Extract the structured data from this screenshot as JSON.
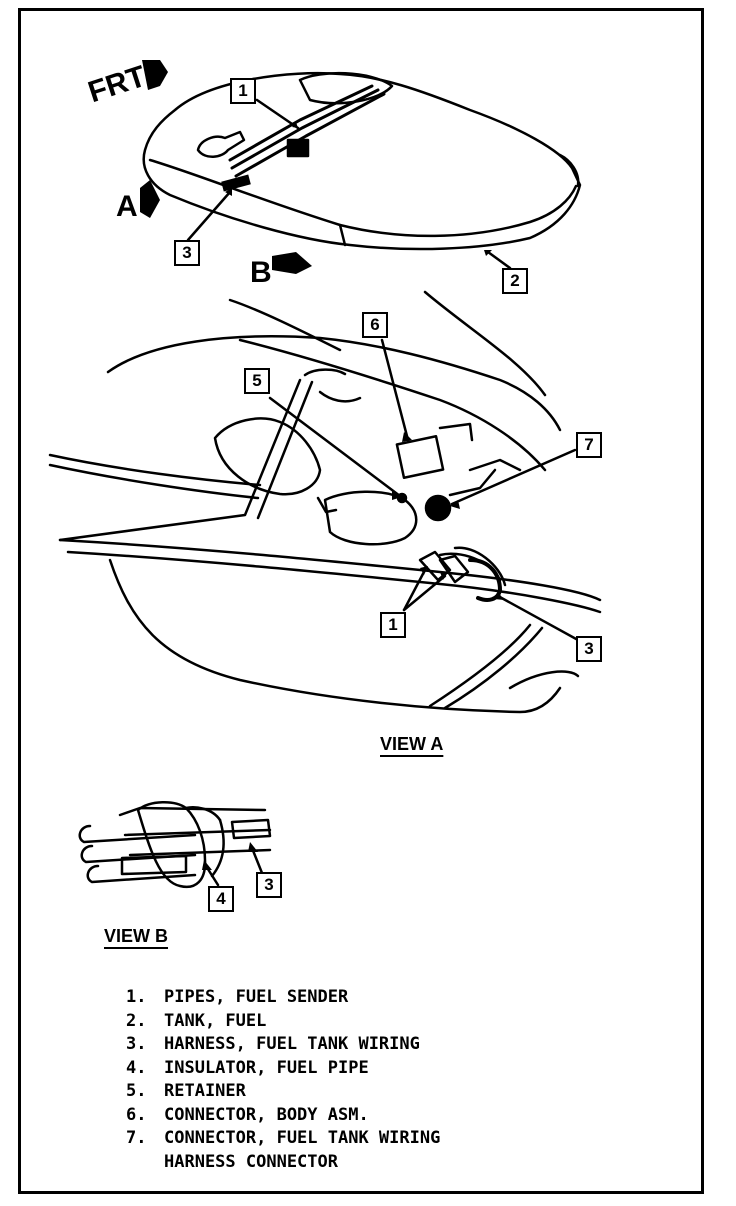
{
  "directions": {
    "front": "FRT",
    "view_a_arrow": "A",
    "view_b_arrow": "B"
  },
  "callouts": {
    "top_pipes": "1",
    "top_harness": "3",
    "top_tank": "2",
    "view_a_connector_body": "6",
    "view_a_retainer": "5",
    "view_a_connector_wiring": "7",
    "view_a_pipes": "1",
    "view_a_harness": "3",
    "view_b_insulator": "4",
    "view_b_harness": "3"
  },
  "views": {
    "view_a": "VIEW A",
    "view_b": "VIEW B"
  },
  "legend": [
    {
      "num": "1.",
      "text": "PIPES, FUEL SENDER"
    },
    {
      "num": "2.",
      "text": "TANK, FUEL"
    },
    {
      "num": "3.",
      "text": "HARNESS, FUEL TANK WIRING"
    },
    {
      "num": "4.",
      "text": "INSULATOR, FUEL PIPE"
    },
    {
      "num": "5.",
      "text": "RETAINER"
    },
    {
      "num": "6.",
      "text": "CONNECTOR, BODY ASM."
    },
    {
      "num": "7.",
      "text": "CONNECTOR, FUEL TANK WIRING",
      "cont": "HARNESS CONNECTOR"
    }
  ]
}
